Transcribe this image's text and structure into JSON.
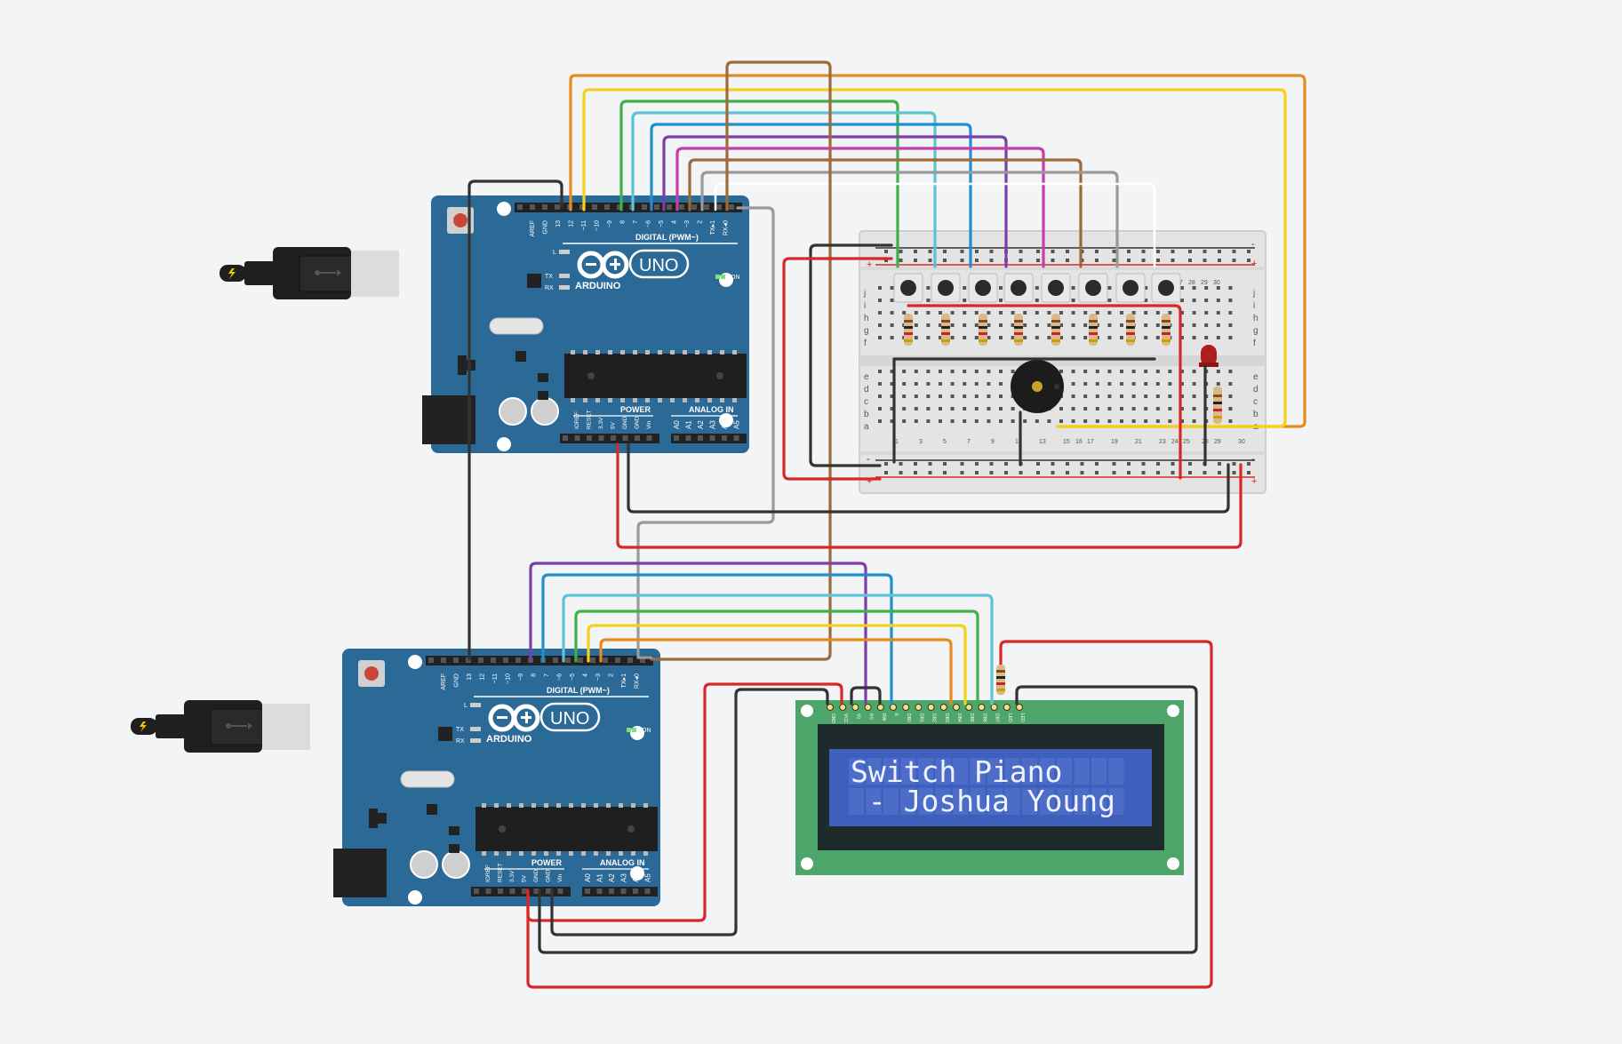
{
  "uno_top": {
    "brand": "ARDUINO",
    "model": "UNO",
    "digital_header": "DIGITAL (PWM~)",
    "power_header": "POWER",
    "analog_header": "ANALOG IN",
    "on_label": "ON",
    "led_l": "L",
    "led_tx": "TX",
    "led_rx": "RX",
    "digital_pins": [
      "AREF",
      "GND",
      "13",
      "12",
      "~11",
      "~10",
      "~9",
      "8",
      "7",
      "~6",
      "~5",
      "4",
      "~3",
      "2",
      "TX▸1",
      "RX◂0"
    ],
    "power_pins": [
      "IOREF",
      "RESET",
      "3.3V",
      "5V",
      "GND",
      "GND",
      "Vin"
    ],
    "analog_pins": [
      "A0",
      "A1",
      "A2",
      "A3",
      "A4",
      "A5"
    ]
  },
  "uno_bottom": {
    "brand": "ARDUINO",
    "model": "UNO",
    "digital_header": "DIGITAL (PWM~)",
    "power_header": "POWER",
    "analog_header": "ANALOG IN",
    "on_label": "ON",
    "led_l": "L",
    "led_tx": "TX",
    "led_rx": "RX",
    "digital_pins": [
      "AREF",
      "GND",
      "13",
      "12",
      "~11",
      "~10",
      "~9",
      "8",
      "7",
      "~6",
      "~5",
      "4",
      "~3",
      "2",
      "TX▸1",
      "RX◂0"
    ],
    "power_pins": [
      "IOREF",
      "RESET",
      "3.3V",
      "5V",
      "GND",
      "GND",
      "Vin"
    ],
    "analog_pins": [
      "A0",
      "A1",
      "A2",
      "A3",
      "A4",
      "A5"
    ]
  },
  "breadboard": {
    "row_letters_top": [
      "j",
      "i",
      "h",
      "g",
      "f"
    ],
    "row_letters_bottom": [
      "e",
      "d",
      "c",
      "b",
      "a"
    ],
    "column_numbers_top": [
      "26",
      "27",
      "28",
      "29",
      "30"
    ],
    "column_numbers_bottom": [
      "1",
      "3",
      "5",
      "7",
      "9",
      "11",
      "13",
      "15",
      "16",
      "17",
      "19",
      "21",
      "23",
      "24",
      "25",
      "28",
      "29",
      "30"
    ],
    "rail_plus": "+",
    "rail_minus": "-"
  },
  "lcd": {
    "line1": "Switch Piano",
    "line2": " - Joshua Young",
    "pins": [
      "GND",
      "VCC",
      "V0",
      "RS",
      "RW",
      "E",
      "DB0",
      "DB1",
      "DB2",
      "DB3",
      "DB4",
      "DB5",
      "DB6",
      "DB7",
      "LED",
      "LED"
    ]
  },
  "colors": {
    "board_blue": "#2b6a96",
    "lcd_pcb": "#4fa66a",
    "lcd_screen": "#3f5fbd",
    "wire_red": "#d62828",
    "wire_black": "#333333"
  }
}
